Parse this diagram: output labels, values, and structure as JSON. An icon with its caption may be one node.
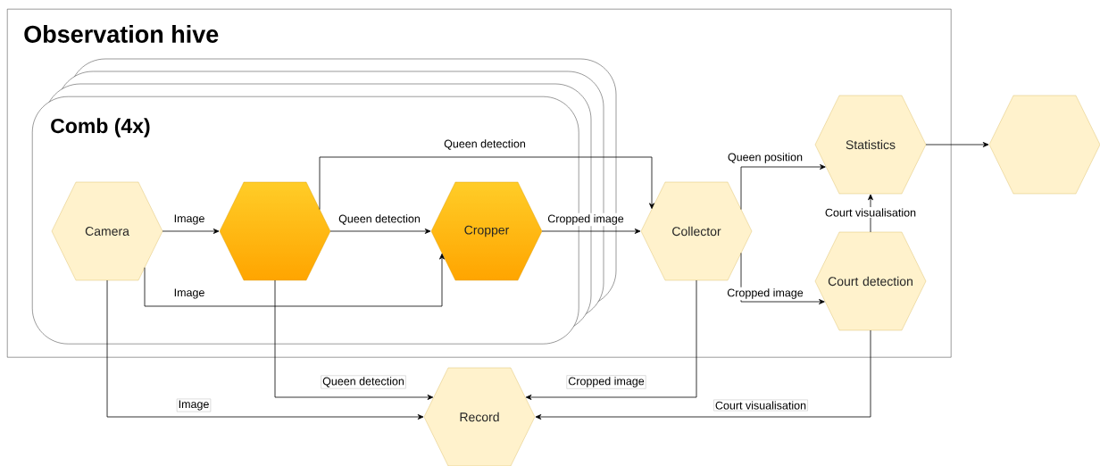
{
  "diagram": {
    "nodes": [
      {
        "text": [
          "Observation hive"
        ]
      },
      {
        "text": [
          "Comb (4x)"
        ],
        "in": 0
      },
      {
        "text": [
          "Camera"
        ],
        "in": 1
      },
      {
        "text": [],
        "shape": "hexagon",
        "in": 1
      },
      {
        "text": [
          "Cropper"
        ],
        "in": 1
      },
      {
        "text": [
          "Collector"
        ],
        "in": 0
      },
      {
        "text": [
          "Statistics"
        ],
        "in": 0
      },
      {
        "text": [
          "Court detection"
        ],
        "in": 0
      },
      {
        "text": [],
        "shape": "hexagon"
      },
      {
        "text": [
          "Record"
        ]
      }
    ],
    "edges": [
      {
        "from": 2,
        "to": 3,
        "arrow": "to",
        "label": "Image"
      },
      {
        "from": 3,
        "to": 4,
        "arrow": "to",
        "label": "Queen detection"
      },
      {
        "from": 2,
        "to": 4,
        "arrow": "to",
        "label": "Image"
      },
      {
        "from": 3,
        "to": 5,
        "arrow": "to",
        "label": "Queen detection"
      },
      {
        "from": 4,
        "to": 5,
        "arrow": "to",
        "label": "Cropped image"
      },
      {
        "from": 5,
        "to": 6,
        "arrow": "to",
        "label": "Queen position"
      },
      {
        "from": 5,
        "to": 7,
        "arrow": "to",
        "label": "Cropped image"
      },
      {
        "from": 7,
        "to": 6,
        "arrow": "to",
        "label": "Court visualisation"
      },
      {
        "from": 6,
        "to": 8,
        "arrow": "to"
      },
      {
        "from": 2,
        "to": 9,
        "arrow": "to",
        "label": "Image"
      },
      {
        "from": 3,
        "to": 9,
        "arrow": "to",
        "label": "Queen detection"
      },
      {
        "from": 5,
        "to": 9,
        "arrow": "to",
        "label": "Cropped image"
      },
      {
        "from": 7,
        "to": 9,
        "arrow": "to",
        "label": "Court visualisation"
      }
    ]
  }
}
